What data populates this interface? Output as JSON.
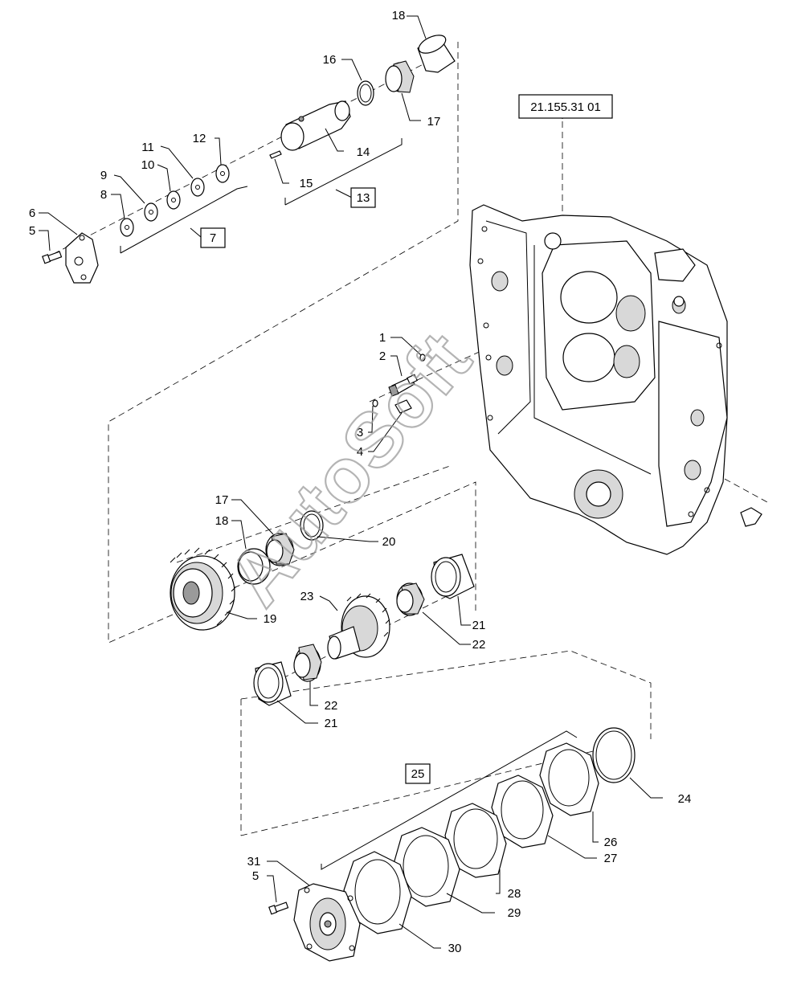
{
  "reference_code": "21.155.31 01",
  "watermark": "AutoSoft",
  "part_labels": {
    "p1": "1",
    "p2": "2",
    "p3": "3",
    "p4": "4",
    "p5a": "5",
    "p5b": "5",
    "p6": "6",
    "p7": "7",
    "p8": "8",
    "p9": "9",
    "p10": "10",
    "p11": "11",
    "p12": "12",
    "p13": "13",
    "p14": "14",
    "p15": "15",
    "p16": "16",
    "p17a": "17",
    "p17b": "17",
    "p18a": "18",
    "p18b": "18",
    "p19": "19",
    "p20": "20",
    "p21a": "21",
    "p21b": "21",
    "p22a": "22",
    "p22b": "22",
    "p23": "23",
    "p24": "24",
    "p25": "25",
    "p26": "26",
    "p27": "27",
    "p28": "28",
    "p29": "29",
    "p30": "30",
    "p31": "31"
  }
}
